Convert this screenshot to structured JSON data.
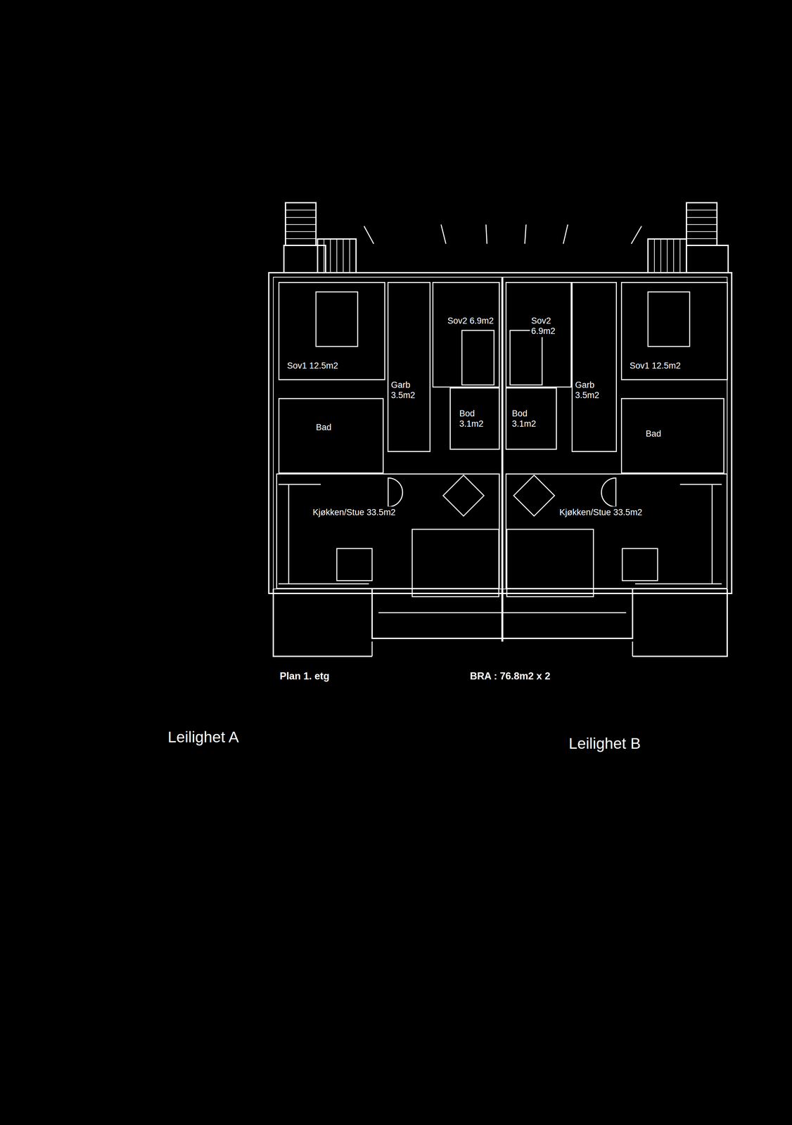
{
  "diagram": {
    "nodes": [
      {
        "text": [
          "Sov1 12.5m2"
        ]
      },
      {
        "text": [
          "Garb 3.5m2"
        ]
      },
      {
        "text": [
          "Sov2 6.9m2"
        ]
      },
      {
        "text": [
          "Bod 3.1m2"
        ]
      },
      {
        "text": [
          "Sov2 6.9m2"
        ]
      },
      {
        "text": [
          "Bod 3.1m2"
        ]
      },
      {
        "text": [
          "Garb 3.5m2"
        ]
      },
      {
        "text": [
          "Sov1 12.5m2"
        ]
      },
      {
        "text": [
          "Bad"
        ]
      },
      {
        "text": [
          "Bad"
        ]
      },
      {
        "text": [
          "Kjøkken/Stue 33.5m2"
        ]
      },
      {
        "text": [
          "Kjøkken/Stue 33.5m2"
        ]
      }
    ],
    "labels": [
      "Plan 1. etg",
      "BRA : 76.8m2 x 2",
      "Leilighet A",
      "Leilighet B"
    ]
  }
}
